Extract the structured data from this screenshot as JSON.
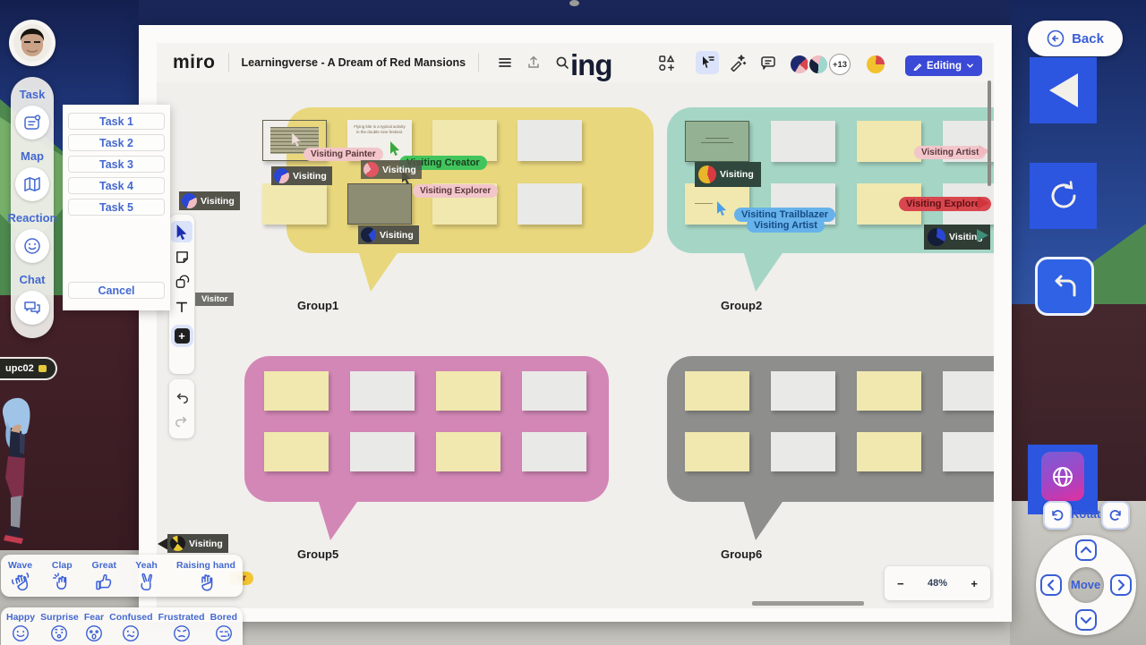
{
  "colors": {
    "game_blue": "#2c55e0",
    "miro_blue": "#3a49d6",
    "group1_yellow": "#e9d77d",
    "group2_teal": "#a5d6c5",
    "group5_pink": "#d387b6",
    "group6_gray": "#8e8e8c"
  },
  "scene": {
    "nametag": "upc02"
  },
  "sidebar": {
    "items": [
      {
        "label": "Task"
      },
      {
        "label": "Map"
      },
      {
        "label": "Reaction"
      },
      {
        "label": "Chat"
      }
    ]
  },
  "task_panel": {
    "tasks": [
      "Task 1",
      "Task 2",
      "Task 3",
      "Task 4",
      "Task 5"
    ],
    "cancel_label": "Cancel"
  },
  "miro": {
    "logo": "miro",
    "board_title": "Learningverse - A Dream of Red Mansions",
    "cursor_name_fragment": "ing",
    "collab_overflow": "+13",
    "editing_button": "Editing",
    "zoom_out": "−",
    "zoom_level": "48%",
    "zoom_in": "+",
    "presence": {
      "visiting": "Visiting",
      "visitor": "Visitor",
      "visitor_fragment": "or",
      "visiting_painter": "Visiting Painter",
      "visiting_creator": "Visiting Creator",
      "visiting_explorer": "Visiting Explorer",
      "visiting_artist": "Visiting Artist",
      "visiting_trailblazer": "Visiting Trailblazer"
    },
    "note_text": "Flying kite is a typical activity in the double nine festival.",
    "groups": [
      {
        "name": "Group1",
        "notes": [
          {
            "c": "sel"
          },
          {
            "c": "txt",
            "t": "Flying kite is a typical activity in the double nine festival."
          },
          {
            "c": "y"
          },
          {
            "c": "w"
          },
          {
            "c": "y"
          },
          {
            "c": "sel2"
          },
          {
            "c": "y"
          },
          {
            "c": "w"
          }
        ]
      },
      {
        "name": "Group2",
        "notes": [
          {
            "c": "selg"
          },
          {
            "c": "w"
          },
          {
            "c": "y"
          },
          {
            "c": "w"
          },
          {
            "c": "yt"
          },
          {
            "c": "w"
          },
          {
            "c": "y"
          },
          {
            "c": "w"
          }
        ]
      },
      {
        "name": "Group5",
        "notes": [
          {
            "c": "y"
          },
          {
            "c": "w"
          },
          {
            "c": "y"
          },
          {
            "c": "w"
          },
          {
            "c": "y"
          },
          {
            "c": "w"
          },
          {
            "c": "y"
          },
          {
            "c": "w"
          }
        ]
      },
      {
        "name": "Group6",
        "notes": [
          {
            "c": "y"
          },
          {
            "c": "w"
          },
          {
            "c": "y"
          },
          {
            "c": "w"
          },
          {
            "c": "y"
          },
          {
            "c": "w"
          },
          {
            "c": "y"
          },
          {
            "c": "w"
          }
        ]
      }
    ]
  },
  "right_panel": {
    "back_label": "Back",
    "rotate_label": "Rotate",
    "move_label": "Move"
  },
  "emotes": {
    "gestures": [
      {
        "label": "Wave"
      },
      {
        "label": "Clap"
      },
      {
        "label": "Great"
      },
      {
        "label": "Yeah"
      },
      {
        "label": "Raising hand"
      }
    ],
    "emotions": [
      {
        "label": "Happy"
      },
      {
        "label": "Surprise"
      },
      {
        "label": "Fear"
      },
      {
        "label": "Confused"
      },
      {
        "label": "Frustrated"
      },
      {
        "label": "Bored"
      }
    ]
  }
}
